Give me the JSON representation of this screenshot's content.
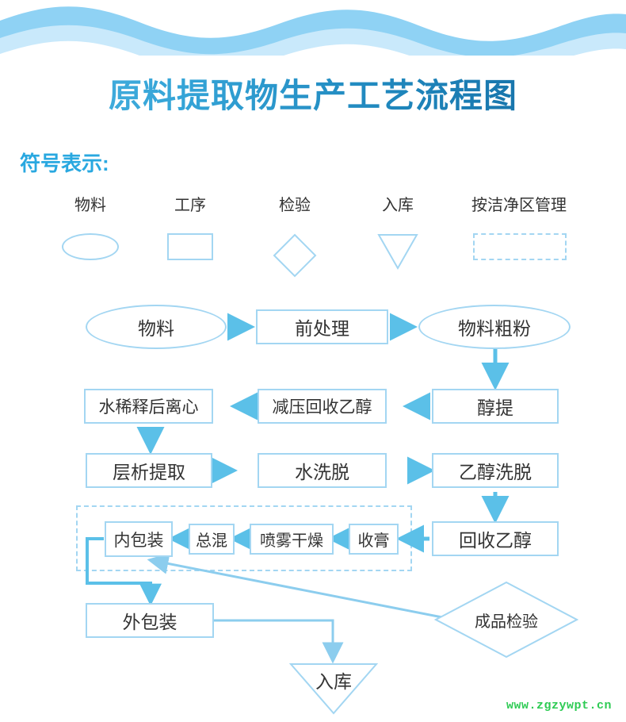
{
  "header": {
    "wave_color_dark": "#8fd2f4",
    "wave_color_light": "#c9e9fb"
  },
  "title": {
    "text": "原料提取物生产工艺流程图",
    "gradient_from": "#4fb3e0",
    "gradient_to": "#13689f"
  },
  "legend": {
    "heading": "符号表示:",
    "heading_color": "#29a8e0",
    "items": [
      {
        "label": "物料",
        "shape": "ellipse"
      },
      {
        "label": "工序",
        "shape": "rectangle"
      },
      {
        "label": "检验",
        "shape": "diamond"
      },
      {
        "label": "入库",
        "shape": "triangle"
      },
      {
        "label": "按洁净区管理",
        "shape": "dashed-rectangle"
      }
    ]
  },
  "palette": {
    "shape_border": "#a3d6f2",
    "arrow": "#5bc0e8",
    "connector_line": "#a3d6f2",
    "node_text": "#333333",
    "background": "#ffffff"
  },
  "flow": {
    "cleanroom_label": "按洁净区管理",
    "nodes": [
      {
        "id": "n1",
        "label": "物料",
        "shape": "ellipse"
      },
      {
        "id": "n2",
        "label": "前处理",
        "shape": "rectangle"
      },
      {
        "id": "n3",
        "label": "物料粗粉",
        "shape": "ellipse"
      },
      {
        "id": "n4",
        "label": "醇提",
        "shape": "rectangle"
      },
      {
        "id": "n5",
        "label": "减压回收乙醇",
        "shape": "rectangle"
      },
      {
        "id": "n6",
        "label": "水稀释后离心",
        "shape": "rectangle"
      },
      {
        "id": "n7",
        "label": "层析提取",
        "shape": "rectangle"
      },
      {
        "id": "n8",
        "label": "水洗脱",
        "shape": "rectangle"
      },
      {
        "id": "n9",
        "label": "乙醇洗脱",
        "shape": "rectangle"
      },
      {
        "id": "n10",
        "label": "回收乙醇",
        "shape": "rectangle"
      },
      {
        "id": "n11",
        "label": "收膏",
        "shape": "rectangle"
      },
      {
        "id": "n12",
        "label": "喷雾干燥",
        "shape": "rectangle"
      },
      {
        "id": "n13",
        "label": "总混",
        "shape": "rectangle"
      },
      {
        "id": "n14",
        "label": "内包装",
        "shape": "rectangle"
      },
      {
        "id": "n15",
        "label": "外包装",
        "shape": "rectangle"
      },
      {
        "id": "n16",
        "label": "成品检验",
        "shape": "diamond"
      },
      {
        "id": "n17",
        "label": "入库",
        "shape": "triangle"
      }
    ],
    "edges": [
      {
        "from": "n1",
        "to": "n2",
        "dir": "right"
      },
      {
        "from": "n2",
        "to": "n3",
        "dir": "right"
      },
      {
        "from": "n3",
        "to": "n4",
        "dir": "down"
      },
      {
        "from": "n4",
        "to": "n5",
        "dir": "left"
      },
      {
        "from": "n5",
        "to": "n6",
        "dir": "left"
      },
      {
        "from": "n6",
        "to": "n7",
        "dir": "down"
      },
      {
        "from": "n7",
        "to": "n8",
        "dir": "right"
      },
      {
        "from": "n8",
        "to": "n9",
        "dir": "right"
      },
      {
        "from": "n9",
        "to": "n10",
        "dir": "down"
      },
      {
        "from": "n10",
        "to": "n11",
        "dir": "left"
      },
      {
        "from": "n11",
        "to": "n12",
        "dir": "left"
      },
      {
        "from": "n12",
        "to": "n13",
        "dir": "left"
      },
      {
        "from": "n13",
        "to": "n14",
        "dir": "left"
      },
      {
        "from": "n14",
        "to": "n15",
        "dir": "left-down"
      },
      {
        "from": "n15",
        "to": "n17",
        "dir": "right-down"
      },
      {
        "from": "n16",
        "to": "n14",
        "dir": "diagonal-up-left"
      }
    ]
  },
  "watermark": {
    "text": "www.zgzywpt.cn",
    "color": "#2ecb54"
  }
}
